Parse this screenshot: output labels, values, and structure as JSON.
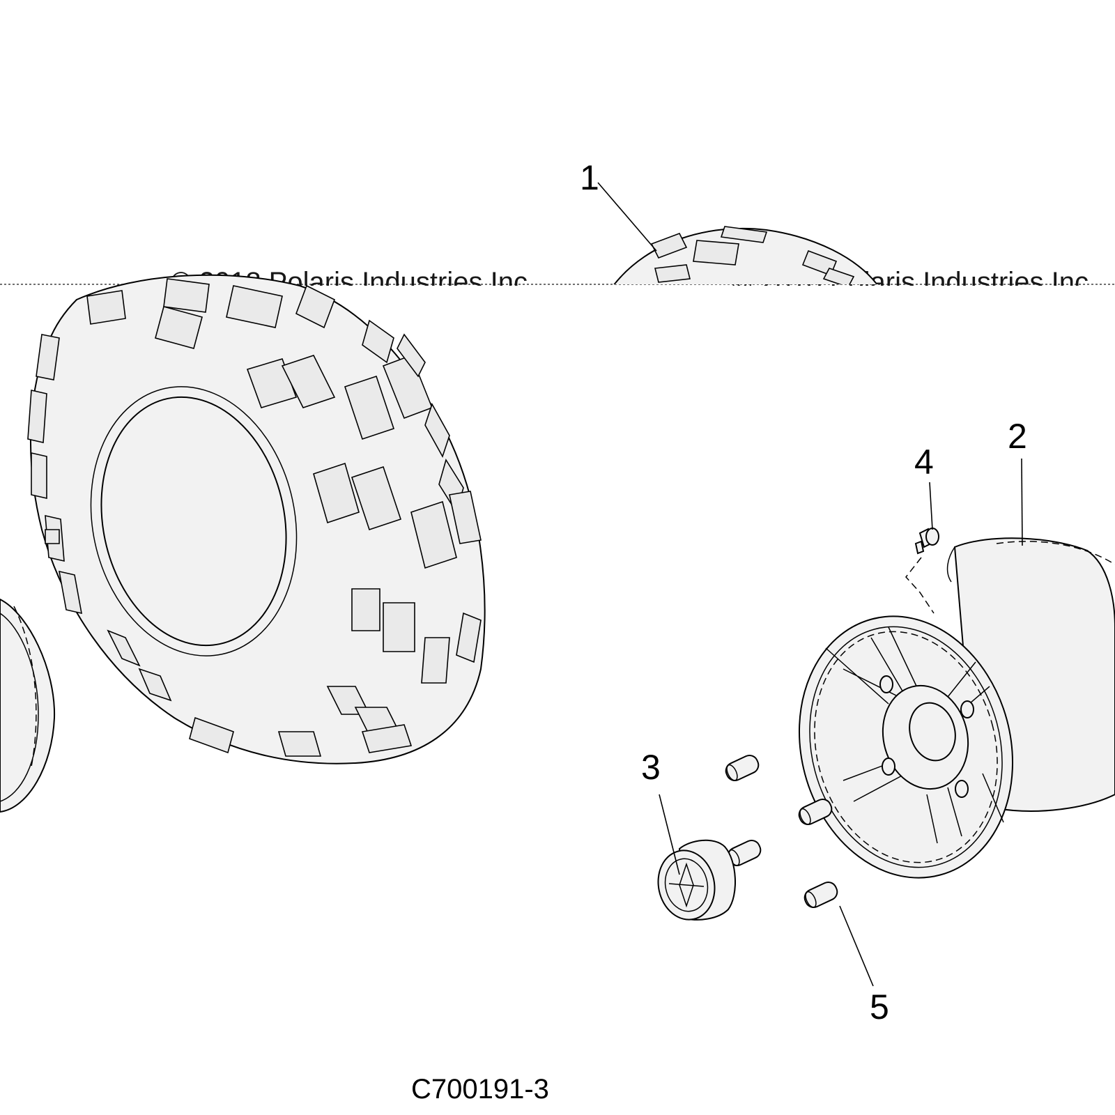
{
  "figure_id": "C700191-3",
  "copyright": "© 2018 Polaris Industries Inc.",
  "callouts": [
    {
      "num": "1",
      "part": "tire"
    },
    {
      "num": "2",
      "part": "wheel"
    },
    {
      "num": "3",
      "part": "center-cap"
    },
    {
      "num": "4",
      "part": "valve-stem"
    },
    {
      "num": "5",
      "part": "lug-nut"
    }
  ],
  "colors": {
    "line": "#000000",
    "fill": "#f2f2f2",
    "background": "#ffffff"
  }
}
